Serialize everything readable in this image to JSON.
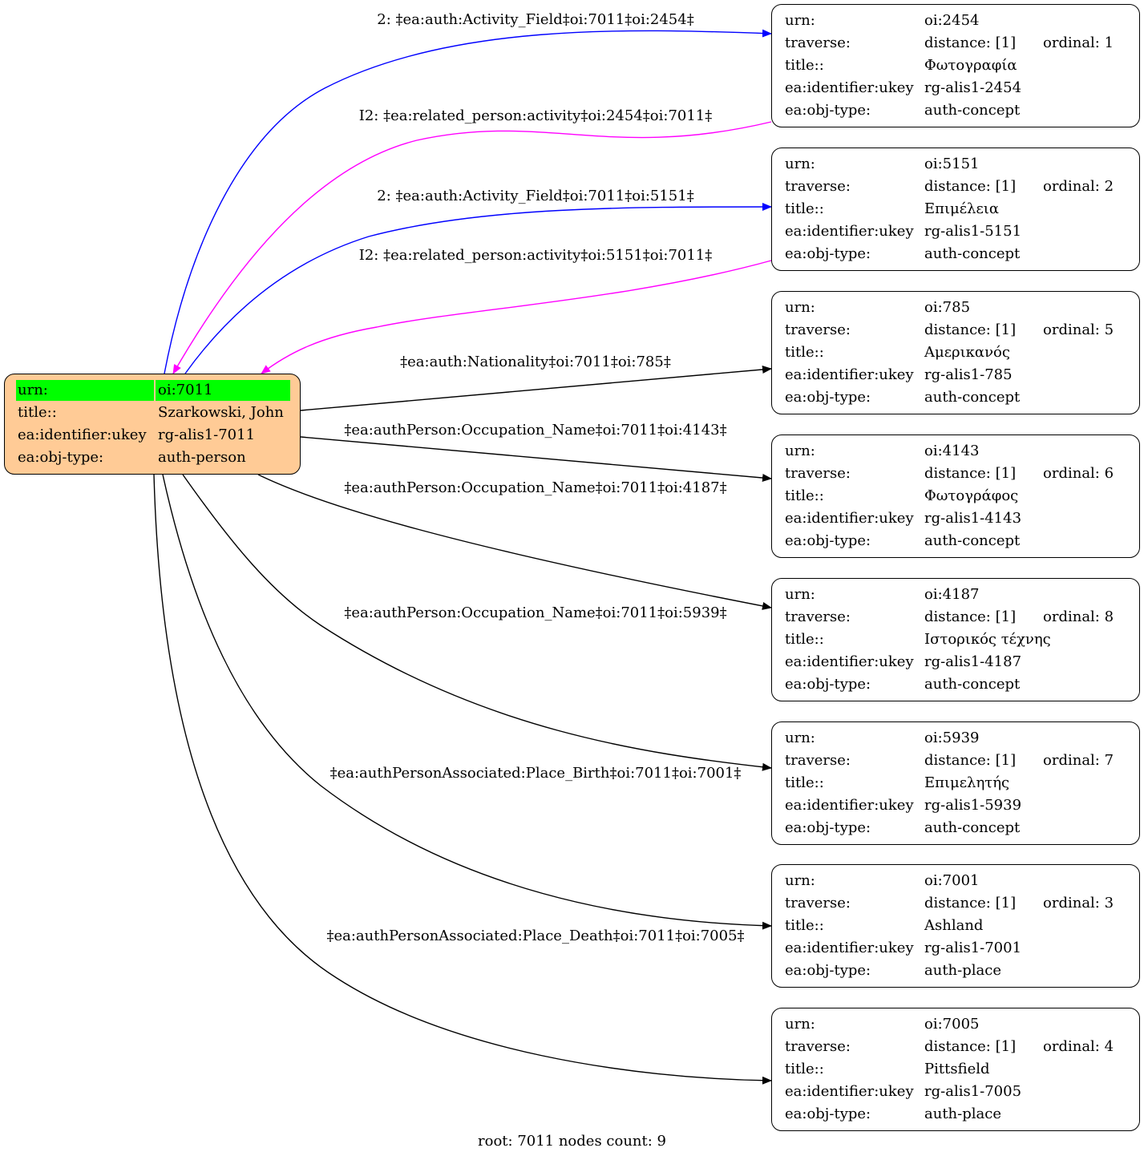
{
  "root": {
    "rows": [
      {
        "label": "urn:",
        "value": "oi:7011"
      },
      {
        "label": "title::",
        "value": "Szarkowski, John"
      },
      {
        "label": "ea:identifier:ukey",
        "value": "rg-alis1-7011"
      },
      {
        "label": "ea:obj-type:",
        "value": "auth-person"
      }
    ],
    "highlight_color": "#00ff00",
    "fill_color": "#ffcb96"
  },
  "field_labels": {
    "urn": "urn:",
    "traverse": "traverse:",
    "title": "title::",
    "ukey": "ea:identifier:ukey",
    "objtype": "ea:obj-type:"
  },
  "nodes": [
    {
      "urn": "oi:2454",
      "distance": "distance: [1]",
      "ordinal": "ordinal: 1",
      "title": "Φωτογραφία",
      "ukey": "rg-alis1-2454",
      "objtype": "auth-concept"
    },
    {
      "urn": "oi:5151",
      "distance": "distance: [1]",
      "ordinal": "ordinal: 2",
      "title": "Επιμέλεια",
      "ukey": "rg-alis1-5151",
      "objtype": "auth-concept"
    },
    {
      "urn": "oi:785",
      "distance": "distance: [1]",
      "ordinal": "ordinal: 5",
      "title": "Αμερικανός",
      "ukey": "rg-alis1-785",
      "objtype": "auth-concept"
    },
    {
      "urn": "oi:4143",
      "distance": "distance: [1]",
      "ordinal": "ordinal: 6",
      "title": "Φωτογράφος",
      "ukey": "rg-alis1-4143",
      "objtype": "auth-concept"
    },
    {
      "urn": "oi:4187",
      "distance": "distance: [1]",
      "ordinal": "ordinal: 8",
      "title": "Ιστορικός τέχνης",
      "ukey": "rg-alis1-4187",
      "objtype": "auth-concept"
    },
    {
      "urn": "oi:5939",
      "distance": "distance: [1]",
      "ordinal": "ordinal: 7",
      "title": "Επιμελητής",
      "ukey": "rg-alis1-5939",
      "objtype": "auth-concept"
    },
    {
      "urn": "oi:7001",
      "distance": "distance: [1]",
      "ordinal": "ordinal: 3",
      "title": "Ashland",
      "ukey": "rg-alis1-7001",
      "objtype": "auth-place"
    },
    {
      "urn": "oi:7005",
      "distance": "distance: [1]",
      "ordinal": "ordinal: 4",
      "title": "Pittsfield",
      "ukey": "rg-alis1-7005",
      "objtype": "auth-place"
    }
  ],
  "edges": [
    {
      "label": "2: ‡ea:auth:Activity_Field‡oi:7011‡oi:2454‡",
      "color": "#0000ff"
    },
    {
      "label": "I2: ‡ea:related_person:activity‡oi:2454‡oi:7011‡",
      "color": "#ff00ff"
    },
    {
      "label": "2: ‡ea:auth:Activity_Field‡oi:7011‡oi:5151‡",
      "color": "#0000ff"
    },
    {
      "label": "I2: ‡ea:related_person:activity‡oi:5151‡oi:7011‡",
      "color": "#ff00ff"
    },
    {
      "label": "‡ea:auth:Nationality‡oi:7011‡oi:785‡",
      "color": "#000000"
    },
    {
      "label": "‡ea:authPerson:Occupation_Name‡oi:7011‡oi:4143‡",
      "color": "#000000"
    },
    {
      "label": "‡ea:authPerson:Occupation_Name‡oi:7011‡oi:4187‡",
      "color": "#000000"
    },
    {
      "label": "‡ea:authPerson:Occupation_Name‡oi:7011‡oi:5939‡",
      "color": "#000000"
    },
    {
      "label": "‡ea:authPersonAssociated:Place_Birth‡oi:7011‡oi:7001‡",
      "color": "#000000"
    },
    {
      "label": "‡ea:authPersonAssociated:Place_Death‡oi:7011‡oi:7005‡",
      "color": "#000000"
    }
  ],
  "footer": "root: 7011 nodes count: 9"
}
